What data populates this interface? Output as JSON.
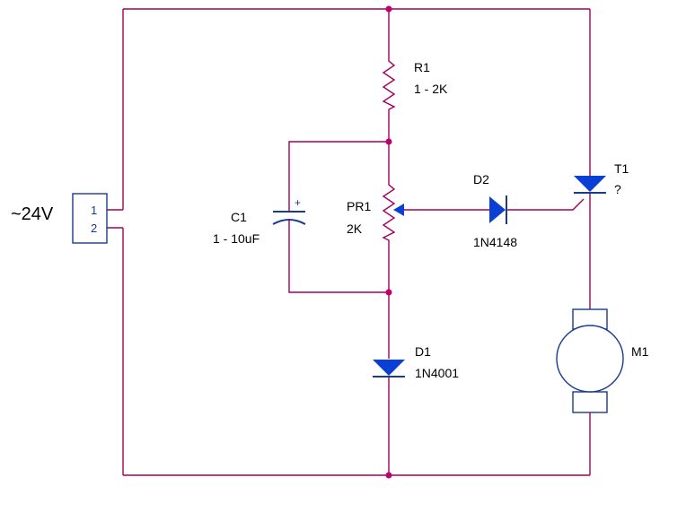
{
  "source_label": "~24V",
  "connector": {
    "pin1": "1",
    "pin2": "2"
  },
  "components": {
    "r1": {
      "ref": "R1",
      "value": "1 - 2K"
    },
    "c1": {
      "ref": "C1",
      "value": "1 - 10uF",
      "polarity": "+"
    },
    "pr1": {
      "ref": "PR1",
      "value": "2K"
    },
    "d2": {
      "ref": "D2",
      "value": "1N4148"
    },
    "t1": {
      "ref": "T1",
      "value": "?"
    },
    "d1": {
      "ref": "D1",
      "value": "1N4001"
    },
    "m1": {
      "ref": "M1"
    }
  },
  "colors": {
    "wire": "#a0005a",
    "symbol": "#1a3a8c",
    "fill": "#0a3fd6",
    "junction": "#c0006a",
    "text": "#000000"
  }
}
